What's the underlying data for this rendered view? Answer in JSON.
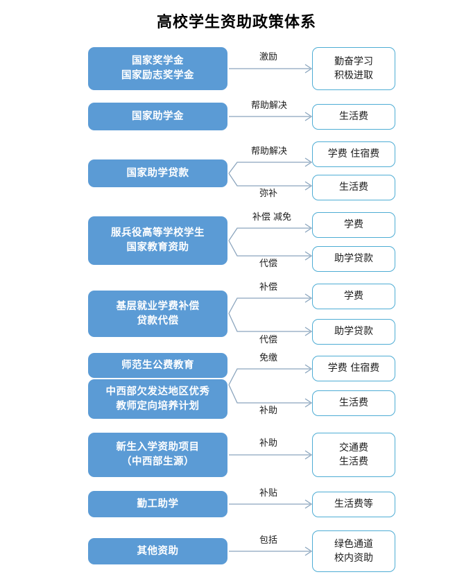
{
  "title": "高校学生资助政策体系",
  "colors": {
    "source_fill": "#5b9bd5",
    "source_text": "#ffffff",
    "target_border": "#4dacd4",
    "target_fill": "#ffffff",
    "connector": "#8aa4bd",
    "title_text": "#000000"
  },
  "rows": [
    {
      "id": "scholarship",
      "sources": [
        "国家奖学金\n国家励志奖学金"
      ],
      "branches": [
        {
          "label": "激励",
          "target": "勤奋学习\n积极进取"
        }
      ]
    },
    {
      "id": "grant",
      "sources": [
        "国家助学金"
      ],
      "branches": [
        {
          "label": "帮助解决",
          "target": "生活费"
        }
      ]
    },
    {
      "id": "student-loan",
      "sources": [
        "国家助学贷款"
      ],
      "branches": [
        {
          "label": "帮助解决",
          "target": "学费  住宿费"
        },
        {
          "label": "弥补",
          "target": "生活费"
        }
      ]
    },
    {
      "id": "military-service",
      "sources": [
        "服兵役高等学校学生\n国家教育资助"
      ],
      "branches": [
        {
          "label": "补偿  减免",
          "target": "学费"
        },
        {
          "label": "代偿",
          "target": "助学贷款"
        }
      ]
    },
    {
      "id": "grassroots-employment",
      "sources": [
        "基层就业学费补偿\n贷款代偿"
      ],
      "branches": [
        {
          "label": "补偿",
          "target": "学费"
        },
        {
          "label": "代偿",
          "target": "助学贷款"
        }
      ]
    },
    {
      "id": "teacher-training",
      "sources": [
        "师范生公费教育",
        "中西部欠发达地区优秀\n教师定向培养计划"
      ],
      "branches": [
        {
          "label": "免缴",
          "target": "学费  住宿费"
        },
        {
          "label": "补助",
          "target": "生活费"
        }
      ]
    },
    {
      "id": "freshman-aid",
      "sources": [
        "新生入学资助项目\n（中西部生源）"
      ],
      "branches": [
        {
          "label": "补助",
          "target": "交通费\n生活费"
        }
      ]
    },
    {
      "id": "work-study",
      "sources": [
        "勤工助学"
      ],
      "branches": [
        {
          "label": "补贴",
          "target": "生活费等"
        }
      ]
    },
    {
      "id": "other-aid",
      "sources": [
        "其他资助"
      ],
      "branches": [
        {
          "label": "包括",
          "target": "绿色通道\n校内资助"
        }
      ]
    }
  ]
}
